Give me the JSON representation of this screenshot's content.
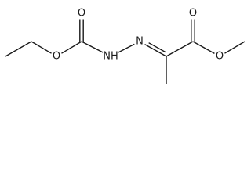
{
  "molecule": {
    "atoms": [
      {
        "id": "a_me1",
        "symbol": "C"
      },
      {
        "id": "a_ch2",
        "symbol": "C"
      },
      {
        "id": "a_o1",
        "symbol": "O",
        "label": "O"
      },
      {
        "id": "a_c_carb",
        "symbol": "C"
      },
      {
        "id": "a_o_carb",
        "symbol": "O",
        "label": "O"
      },
      {
        "id": "a_nh",
        "symbol": "N",
        "label": "NH"
      },
      {
        "id": "a_n2",
        "symbol": "N",
        "label": "N"
      },
      {
        "id": "a_c_imine",
        "symbol": "C"
      },
      {
        "id": "a_me2",
        "symbol": "C"
      },
      {
        "id": "a_c_ester",
        "symbol": "C"
      },
      {
        "id": "a_o_ester_dbl",
        "symbol": "O",
        "label": "O"
      },
      {
        "id": "a_o_ester",
        "symbol": "O",
        "label": "O"
      },
      {
        "id": "a_me3",
        "symbol": "C"
      }
    ],
    "bonds": [
      {
        "from": "a_me1",
        "to": "a_ch2",
        "order": 1
      },
      {
        "from": "a_ch2",
        "to": "a_o1",
        "order": 1
      },
      {
        "from": "a_o1",
        "to": "a_c_carb",
        "order": 1
      },
      {
        "from": "a_c_carb",
        "to": "a_o_carb",
        "order": 2
      },
      {
        "from": "a_c_carb",
        "to": "a_nh",
        "order": 1
      },
      {
        "from": "a_nh",
        "to": "a_n2",
        "order": 1
      },
      {
        "from": "a_n2",
        "to": "a_c_imine",
        "order": 2
      },
      {
        "from": "a_c_imine",
        "to": "a_me2",
        "order": 1
      },
      {
        "from": "a_c_imine",
        "to": "a_c_ester",
        "order": 1
      },
      {
        "from": "a_c_ester",
        "to": "a_o_ester_dbl",
        "order": 2
      },
      {
        "from": "a_c_ester",
        "to": "a_o_ester",
        "order": 1
      },
      {
        "from": "a_o_ester",
        "to": "a_me3",
        "order": 1
      }
    ]
  }
}
